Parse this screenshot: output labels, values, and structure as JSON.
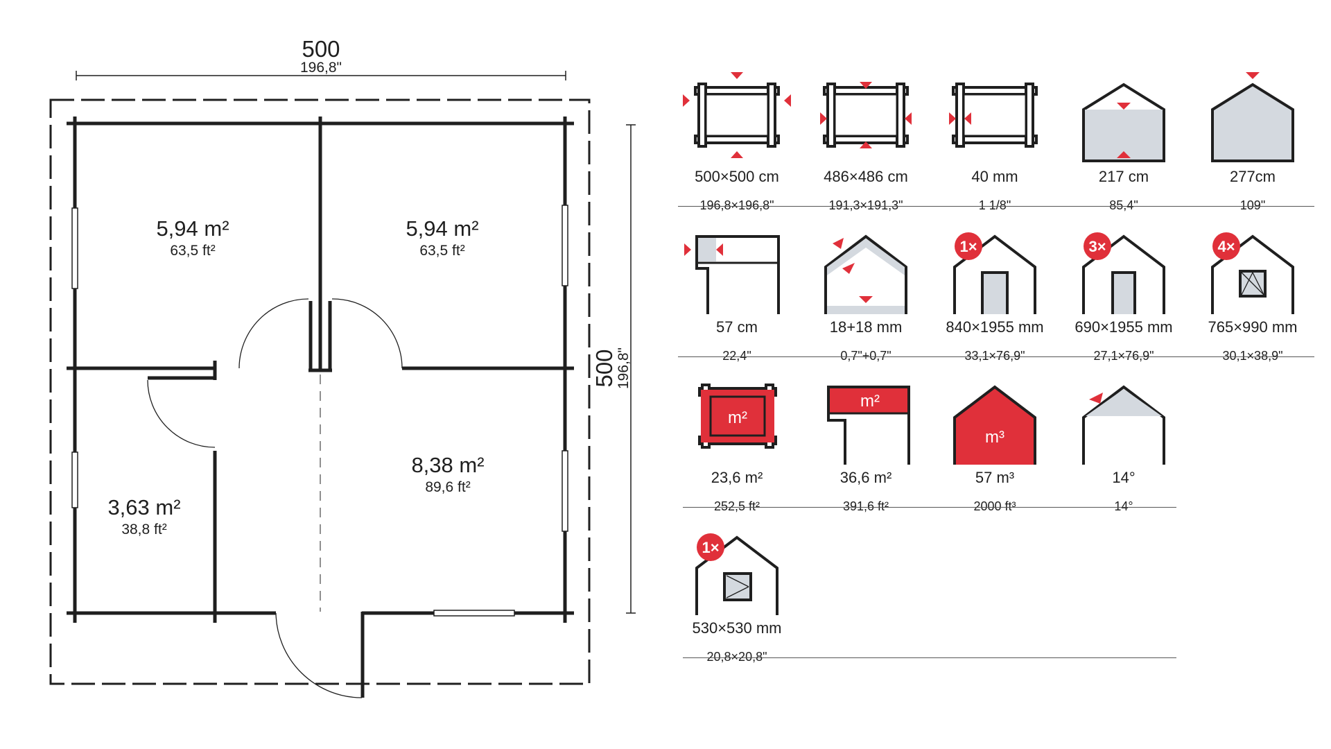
{
  "floorplan": {
    "width": {
      "cm": "500",
      "in": "196,8\""
    },
    "depth": {
      "cm": "500",
      "in": "196,8\""
    },
    "rooms": [
      {
        "m2": "5,94 m²",
        "ft2": "63,5 ft²"
      },
      {
        "m2": "5,94 m²",
        "ft2": "63,5 ft²"
      },
      {
        "m2": "8,38 m²",
        "ft2": "89,6 ft²"
      },
      {
        "m2": "3,63 m²",
        "ft2": "38,8 ft²"
      }
    ]
  },
  "specs": [
    {
      "icon": "footprint-outer-icon",
      "metric": "500×500 cm",
      "imperial": "196,8×196,8\""
    },
    {
      "icon": "footprint-inner-icon",
      "metric": "486×486 cm",
      "imperial": "191,3×191,3\""
    },
    {
      "icon": "wall-thickness-icon",
      "metric": "40 mm",
      "imperial": "1  1/8\""
    },
    {
      "icon": "wall-height-icon",
      "metric": "217 cm",
      "imperial": "85,4\""
    },
    {
      "icon": "ridge-height-icon",
      "metric": "277cm",
      "imperial": "109\""
    },
    {
      "icon": "roof-overhang-icon",
      "metric": "57 cm",
      "imperial": "22,4\""
    },
    {
      "icon": "roof-floor-thickness-icon",
      "metric": "18+18 mm",
      "imperial": "0,7\"+0,7\""
    },
    {
      "icon": "front-door-icon",
      "badge": "1×",
      "metric": "840×1955 mm",
      "imperial": "33,1×76,9\""
    },
    {
      "icon": "interior-door-icon",
      "badge": "3×",
      "metric": "690×1955 mm",
      "imperial": "27,1×76,9\""
    },
    {
      "icon": "window-icon",
      "badge": "4×",
      "metric": "765×990 mm",
      "imperial": "30,1×38,9\""
    },
    {
      "icon": "floor-area-icon",
      "label": "m²",
      "metric": "23,6 m²",
      "imperial": "252,5 ft²"
    },
    {
      "icon": "roof-area-icon",
      "label": "m²",
      "metric": "36,6 m²",
      "imperial": "391,6 ft²"
    },
    {
      "icon": "volume-icon",
      "label": "m³",
      "metric": "57 m³",
      "imperial": "2000 ft³"
    },
    {
      "icon": "roof-pitch-icon",
      "metric": "14°",
      "imperial": "14°"
    },
    {
      "icon": "small-window-icon",
      "badge": "1×",
      "metric": "530×530 mm",
      "imperial": "20,8×20,8\""
    }
  ],
  "colors": {
    "accent": "#e0303a",
    "ink": "#1f1f1f",
    "fill": "#d4d9df"
  }
}
